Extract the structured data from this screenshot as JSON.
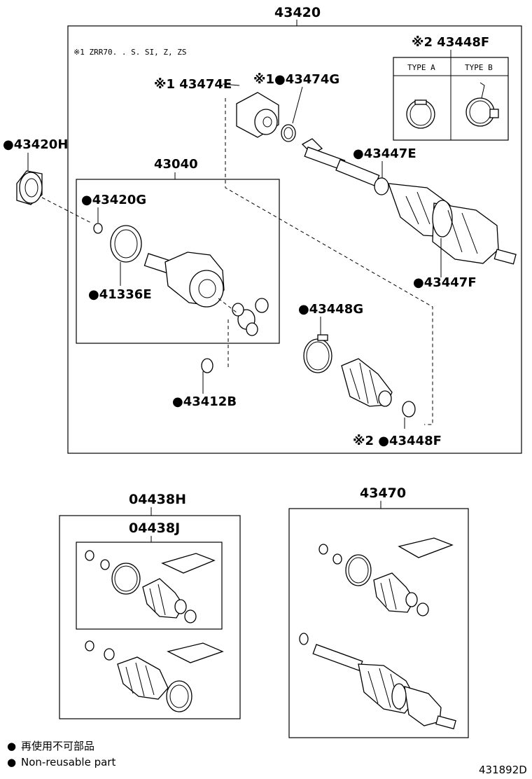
{
  "diagram_number": "431892D",
  "main_assembly": {
    "part_no": "43420",
    "note": "※1 ZRR70. . S. SI, Z, ZS",
    "labels": {
      "p43448F_top": "※2 43448F",
      "type_a": "TYPE A",
      "type_b": "TYPE B",
      "p43474E": "※1 43474E",
      "p43474G": "※1●43474G",
      "p43420H": "●43420H",
      "p43040": "43040",
      "p43420G": "●43420G",
      "p43447E": "●43447E",
      "p41336E": "●41336E",
      "p43447F": "●43447F",
      "p43448G": "●43448G",
      "p43412B": "●43412B",
      "p43448F_bottom": "※2 ●43448F"
    }
  },
  "kit_04438": {
    "part_no_outer": "04438H",
    "part_no_inner": "04438J"
  },
  "kit_43470": {
    "part_no": "43470"
  },
  "legend": {
    "line_jp": "再使用不可部品",
    "line_en": "Non-reusable part",
    "bullet": "●"
  }
}
